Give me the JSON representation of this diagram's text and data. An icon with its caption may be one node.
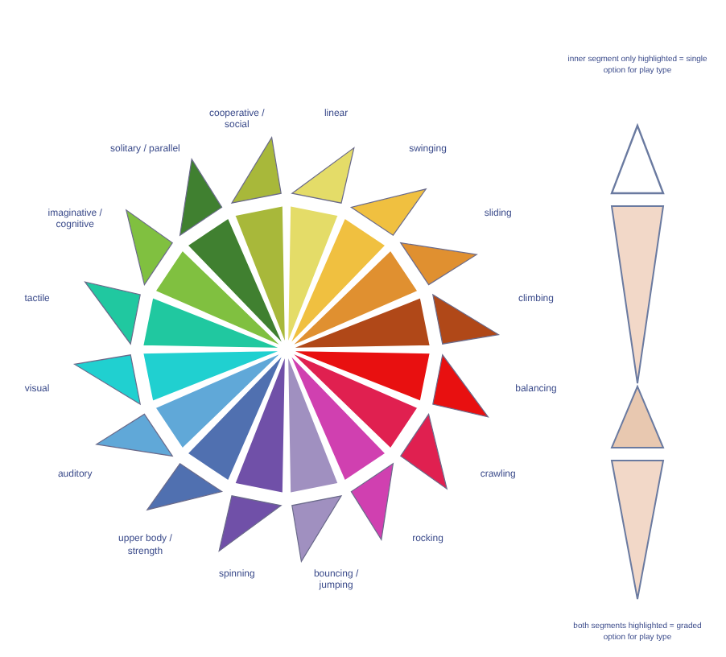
{
  "diagram": {
    "labels": [
      "cooperative / social",
      "linear",
      "swinging",
      "sliding",
      "climbing",
      "balancing",
      "crawling",
      "rocking",
      "bouncing / jumping",
      "spinning",
      "upper body / strength",
      "auditory",
      "visual",
      "tactile",
      "imaginative / cognitive",
      "solitary / parallel"
    ],
    "legend": [
      {
        "text": "inner segment only highlighted = single option for play type"
      },
      {
        "text": "both segments highlighted = graded option for play type"
      }
    ]
  }
}
